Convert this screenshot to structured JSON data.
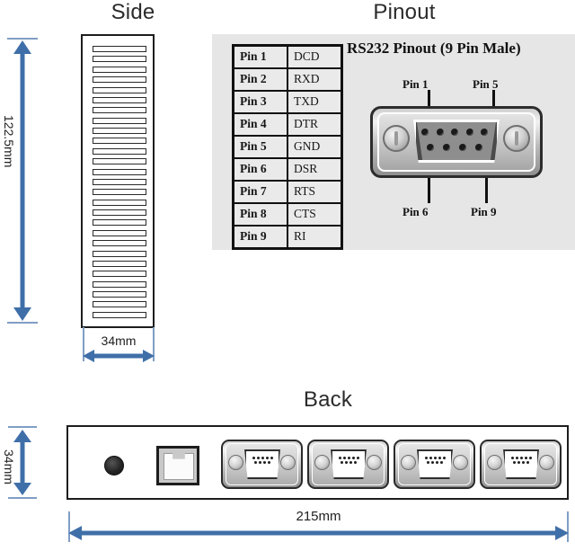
{
  "views": {
    "side": {
      "title": "Side",
      "height_label": "122.5mm",
      "width_label": "34mm",
      "vent_slot_count": 27
    },
    "pinout": {
      "title": "Pinout",
      "heading": "RS232 Pinout (9 Pin Male)",
      "table": {
        "rows": [
          {
            "pin": "Pin 1",
            "signal": "DCD"
          },
          {
            "pin": "Pin 2",
            "signal": "RXD"
          },
          {
            "pin": "Pin 3",
            "signal": "TXD"
          },
          {
            "pin": "Pin 4",
            "signal": "DTR"
          },
          {
            "pin": "Pin 5",
            "signal": "GND"
          },
          {
            "pin": "Pin 6",
            "signal": "DSR"
          },
          {
            "pin": "Pin 7",
            "signal": "RTS"
          },
          {
            "pin": "Pin 8",
            "signal": "CTS"
          },
          {
            "pin": "Pin 9",
            "signal": "RI"
          }
        ]
      },
      "connector_labels": {
        "top_left": "Pin 1",
        "top_right": "Pin 5",
        "bottom_left": "Pin 6",
        "bottom_right": "Pin 9"
      },
      "connector": {
        "type": "DB9 male",
        "top_row_pins": 5,
        "bottom_row_pins": 4
      }
    },
    "back": {
      "title": "Back",
      "height_label": "34mm",
      "width_label": "215mm",
      "ports": [
        {
          "name": "power-jack",
          "icon": "power-jack-icon"
        },
        {
          "name": "ethernet-port",
          "icon": "rj45-icon"
        },
        {
          "name": "serial-port-1",
          "icon": "db9-icon"
        },
        {
          "name": "serial-port-2",
          "icon": "db9-icon"
        },
        {
          "name": "serial-port-3",
          "icon": "db9-icon"
        },
        {
          "name": "serial-port-4",
          "icon": "db9-icon"
        }
      ]
    }
  },
  "colors": {
    "dimension_arrow": "#3f6fa8",
    "dimension_tick": "#7f9ec4",
    "panel_background": "#e6e6e6",
    "outline": "#1d1d1d"
  }
}
